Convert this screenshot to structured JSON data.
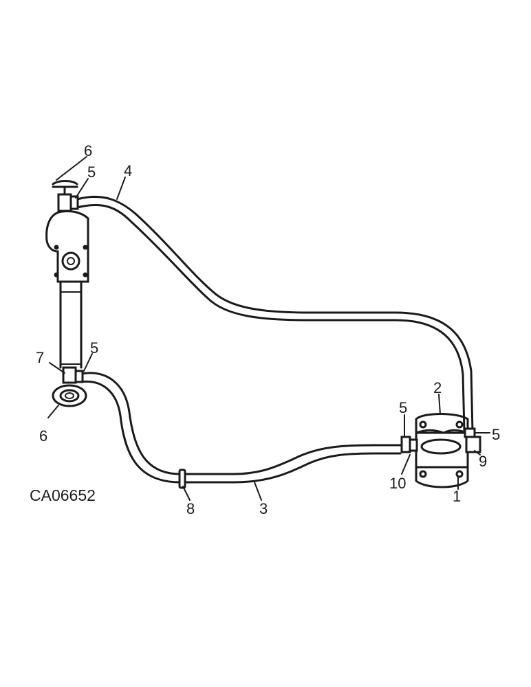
{
  "diagram": {
    "figure_code": "CA06652",
    "callouts": {
      "c1": "1",
      "c2": "2",
      "c3": "3",
      "c4": "4",
      "c5a": "5",
      "c5b": "5",
      "c5c": "5",
      "c5d": "5",
      "c6a": "6",
      "c6b": "6",
      "c7": "7",
      "c8": "8",
      "c9": "9",
      "c10": "10"
    }
  }
}
